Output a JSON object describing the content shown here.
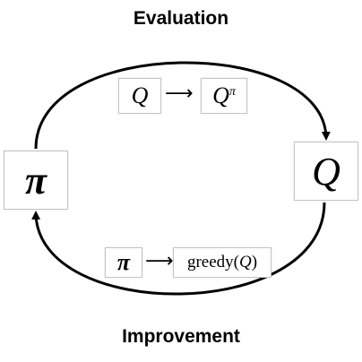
{
  "labels": {
    "evaluation": "Evaluation",
    "improvement": "Improvement"
  },
  "nodes": {
    "policy": "π",
    "q": "Q"
  },
  "evaluation_step": {
    "from": "Q",
    "to_base": "Q",
    "to_sup": "π",
    "arrow": "⟶"
  },
  "improvement_step": {
    "from": "π",
    "arrow": "⟶",
    "fn": "greedy(",
    "arg": "Q",
    "close": ")"
  }
}
